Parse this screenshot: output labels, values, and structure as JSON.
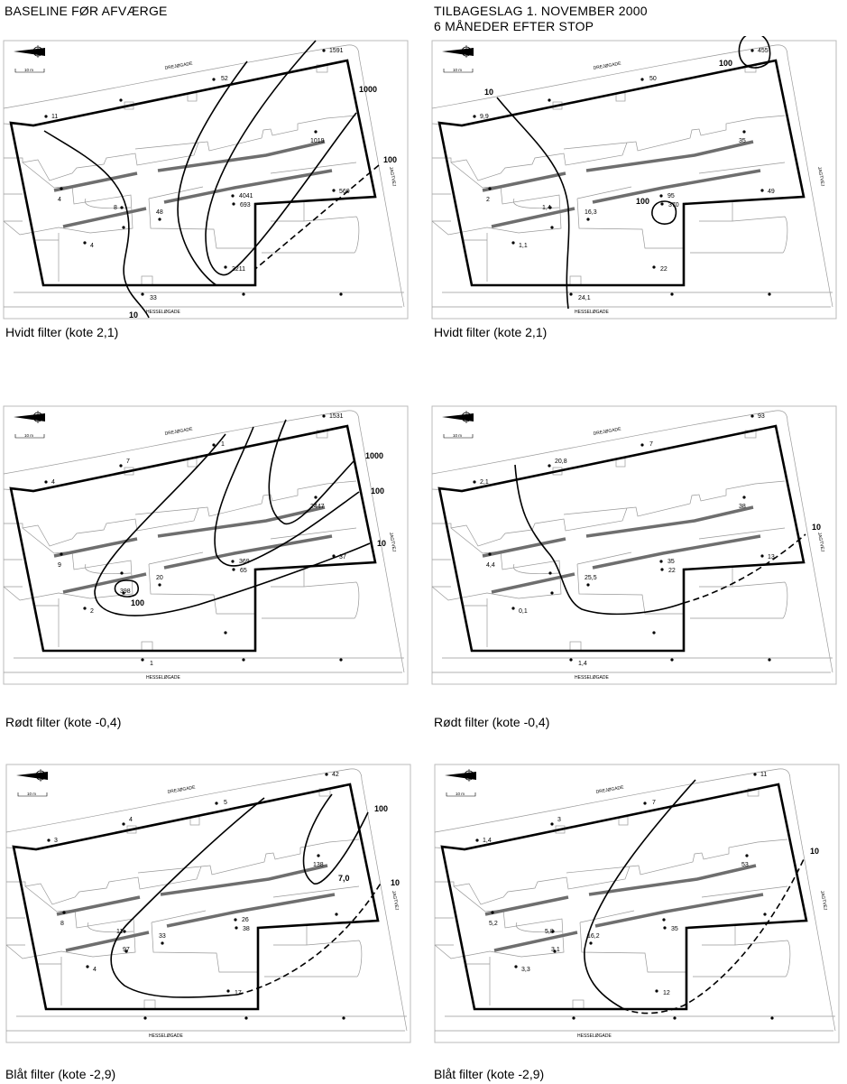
{
  "headers": {
    "left": "BASELINE FØR AFVÆRGE",
    "right_line1": "TILBAGESLAG 1. NOVEMBER 2000",
    "right_line2": "6 MÅNEDER EFTER STOP"
  },
  "map_labels": {
    "scale": "10 m",
    "street_north": "DREJØGADE",
    "street_south": "HESSELØGADE",
    "street_east": "JAGTVEJ"
  },
  "panels": [
    {
      "caption": "Hvidt filter (kote 2,1)",
      "wells": [
        "11",
        "",
        "52",
        "1591",
        "1019",
        "4",
        "8",
        "",
        "4",
        "48",
        "4041",
        "693",
        "560",
        "3211",
        "33",
        "",
        ""
      ],
      "contour_labels": [
        "10",
        "1000",
        "100"
      ]
    },
    {
      "caption": "Hvidt filter (kote 2,1)",
      "wells": [
        "9,9",
        "",
        "50",
        "455",
        "35",
        "2",
        "1,4",
        "",
        "1,1",
        "16,3",
        "95",
        "370",
        "49",
        "22",
        "24,1",
        "",
        ""
      ],
      "contour_labels": [
        "10",
        "100",
        "100"
      ]
    },
    {
      "caption": "Rødt filter (kote -0,4)",
      "wells": [
        "4",
        "7",
        "1",
        "1531",
        "2447",
        "9",
        "",
        "398",
        "2",
        "20",
        "369",
        "65",
        "37",
        "",
        "1",
        "",
        ""
      ],
      "contour_labels": [
        "10",
        "100",
        "1000",
        "100"
      ]
    },
    {
      "caption": "Rødt filter (kote -0,4)",
      "wells": [
        "2,1",
        "20,8",
        "7",
        "93",
        "38",
        "4,4",
        "",
        "",
        "0,1",
        "25,5",
        "35",
        "22",
        "13",
        "",
        "1,4",
        "",
        ""
      ],
      "contour_labels": [
        "10"
      ]
    },
    {
      "caption": "Blåt filter (kote -2,9)",
      "wells": [
        "3",
        "4",
        "5",
        "42",
        "138",
        "8",
        "11",
        "97",
        "4",
        "33",
        "26",
        "38",
        "",
        "17",
        "",
        "",
        ""
      ],
      "contour_labels": [
        "10",
        "100",
        "7,0"
      ]
    },
    {
      "caption": "Blåt filter (kote -2,9)",
      "wells": [
        "1,4",
        "3",
        "7",
        "11",
        "53",
        "5,2",
        "5,8",
        "3,1",
        "3,3",
        "16,2",
        "",
        "35",
        "",
        "12",
        "",
        "",
        ""
      ],
      "contour_labels": [
        "10"
      ]
    }
  ],
  "colors": {
    "boundary": "#000000",
    "wells_bar": "#6e6e6e",
    "base_lines": "#999999"
  }
}
